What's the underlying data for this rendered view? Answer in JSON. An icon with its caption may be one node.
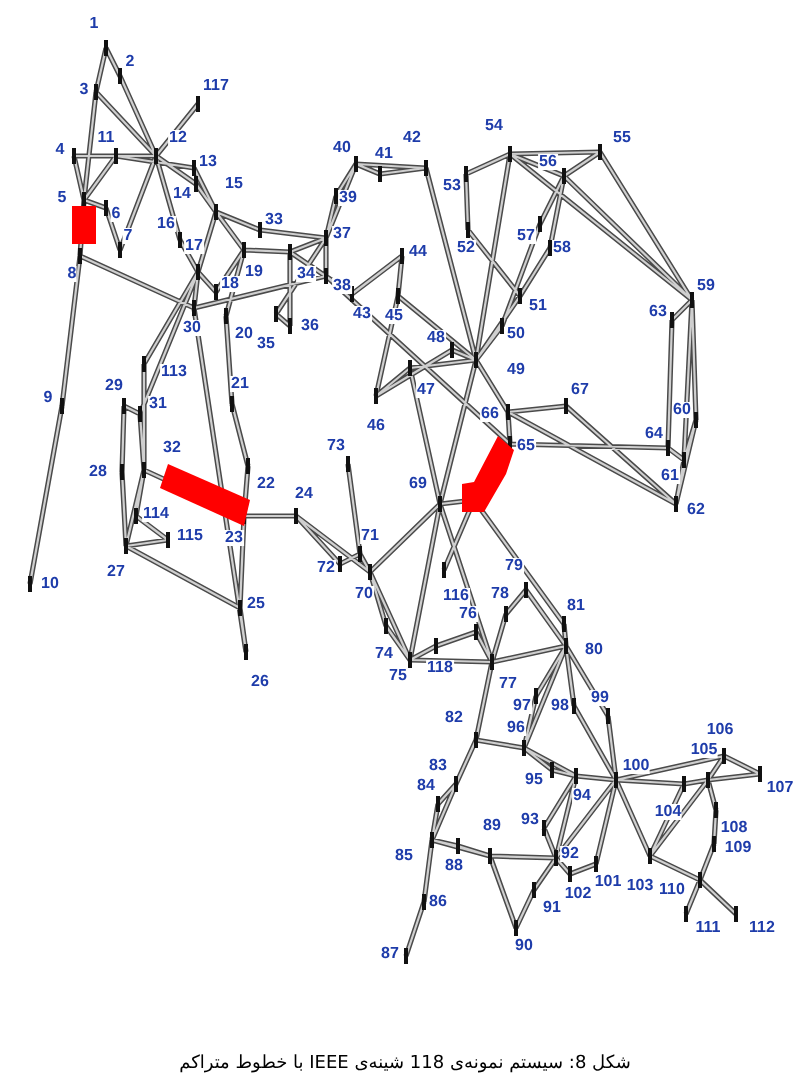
{
  "diagram": {
    "caption": "شکل 8: سیستم نمونه‌ی 118 شینه‌ی IEEE با خطوط متراکم",
    "labels": [
      "1",
      "2",
      "117",
      "3",
      "54",
      "11",
      "12",
      "42",
      "55",
      "40",
      "4",
      "41",
      "13",
      "56",
      "15",
      "53",
      "14",
      "5",
      "39",
      "6",
      "33",
      "16",
      "37",
      "7",
      "57",
      "17",
      "52",
      "58",
      "44",
      "19",
      "8",
      "34",
      "18",
      "38",
      "59",
      "51",
      "63",
      "43",
      "45",
      "36",
      "30",
      "20",
      "50",
      "48",
      "35",
      "49",
      "113",
      "21",
      "29",
      "47",
      "67",
      "9",
      "31",
      "60",
      "66",
      "46",
      "64",
      "73",
      "65",
      "32",
      "28",
      "61",
      "22",
      "69",
      "24",
      "62",
      "114",
      "115",
      "23",
      "71",
      "79",
      "72",
      "27",
      "10",
      "70",
      "78",
      "116",
      "25",
      "81",
      "76",
      "80",
      "74",
      "118",
      "75",
      "26",
      "77",
      "99",
      "97",
      "98",
      "82",
      "96",
      "106",
      "105",
      "83",
      "100",
      "95",
      "84",
      "107",
      "94",
      "104",
      "93",
      "89",
      "108",
      "109",
      "92",
      "85",
      "88",
      "101",
      "103",
      "110",
      "102",
      "86",
      "91",
      "111",
      "112",
      "90",
      "87"
    ]
  }
}
